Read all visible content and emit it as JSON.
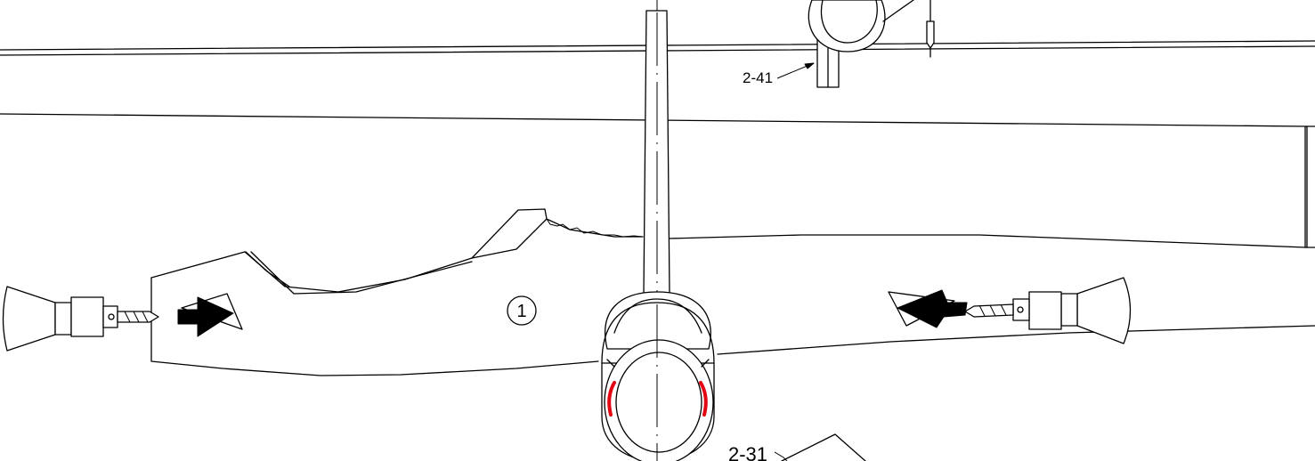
{
  "callouts": {
    "upper_part_ref": "2-41",
    "lower_part_ref": "2-31"
  },
  "balloon": {
    "item_number": "1"
  },
  "colors": {
    "line": "#000000",
    "highlight": "#e30613",
    "background": "#ffffff"
  },
  "icons": {
    "left_tool": "drill-icon",
    "right_tool": "drill-icon",
    "left_direction": "arrow-right-icon",
    "right_direction": "arrow-left-icon"
  }
}
